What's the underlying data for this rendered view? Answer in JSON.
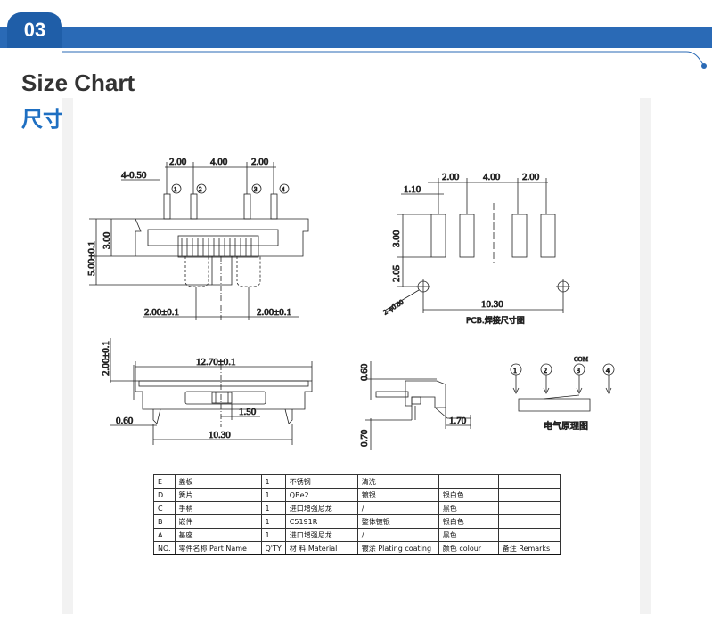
{
  "header": {
    "section_number": "03",
    "title_en": "Size Chart",
    "title_cn": "尺寸图"
  },
  "drawing": {
    "top_left": {
      "dims_top": [
        "4-0.50",
        "2.00",
        "4.00",
        "2.00"
      ],
      "pins": [
        "1",
        "2",
        "3",
        "4"
      ],
      "dim_height_total": "5.00±0.1",
      "dim_height_upper": "3.00",
      "dims_bottom": [
        "2.00±0.1",
        "2.00±0.1"
      ]
    },
    "top_right": {
      "dims_top": [
        "2.00",
        "4.00",
        "2.00"
      ],
      "dim_offset": "1.10",
      "dim_pad_height": "3.00",
      "dim_hole_offset": "2.05",
      "hole_label": "2-φ0.80",
      "dim_span": "10.30",
      "caption": "PCB.焊接尺寸图"
    },
    "bottom_left": {
      "dim_height": "2.00±0.1",
      "dim_length": "12.70±0.1",
      "dim_travel": "1.50",
      "dim_foot": "0.60",
      "dim_base": "10.30"
    },
    "bottom_mid": {
      "dim_top": "0.60",
      "dim_bottom": "0.70",
      "dim_side": "1.70"
    },
    "bottom_right": {
      "pins": [
        "1",
        "2",
        "3",
        "4"
      ],
      "com_label": "COM",
      "caption": "电气原理图"
    }
  },
  "bom": {
    "rows": [
      [
        "E",
        "盖板",
        "1",
        "不锈钢",
        "清洗",
        "",
        ""
      ],
      [
        "D",
        "簧片",
        "1",
        "QBe2",
        "镀银",
        "银白色",
        ""
      ],
      [
        "C",
        "手柄",
        "1",
        "进口增强尼龙",
        "/",
        "黑色",
        ""
      ],
      [
        "B",
        "嵌件",
        "1",
        "C5191R",
        "整体镀银",
        "银白色",
        ""
      ],
      [
        "A",
        "基座",
        "1",
        "进口增强尼龙",
        "/",
        "黑色",
        ""
      ]
    ],
    "header": [
      "NO.",
      "零件名称 Part Name",
      "Q'TY",
      "材 料 Material",
      "镀涂 Plating coating",
      "颜色 colour",
      "备注 Remarks"
    ]
  }
}
